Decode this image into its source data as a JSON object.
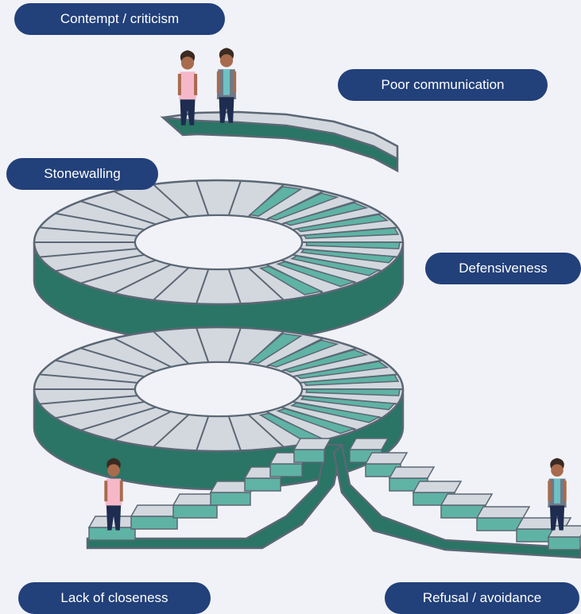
{
  "colors": {
    "background": "#F1F2F7",
    "pill": "#22407A",
    "pill_text": "#FFFFFF",
    "step_tread": "#D3D8DE",
    "step_riser": "#5FB3A4",
    "stair_wall": "#2A7565",
    "stair_outline": "#5B6775",
    "skin": "#A86B4D",
    "pink_top": "#F6B8C9",
    "gray_jacket": "#6F7A86",
    "teal_top": "#6FC1C5",
    "navy_pants": "#1E2C50"
  },
  "labels": {
    "contempt": "Contempt / criticism",
    "poor_communication": "Poor communication",
    "stonewalling": "Stonewalling",
    "defensiveness": "Defensiveness",
    "lack_of_closeness": "Lack of closeness",
    "refusal": "Refusal / avoidance"
  },
  "figures": [
    {
      "name": "person-pink-top",
      "location": "top landing"
    },
    {
      "name": "person-gray-jacket",
      "location": "top landing"
    },
    {
      "name": "person-pink-top",
      "location": "bottom left"
    },
    {
      "name": "person-gray-jacket",
      "location": "bottom right"
    }
  ]
}
